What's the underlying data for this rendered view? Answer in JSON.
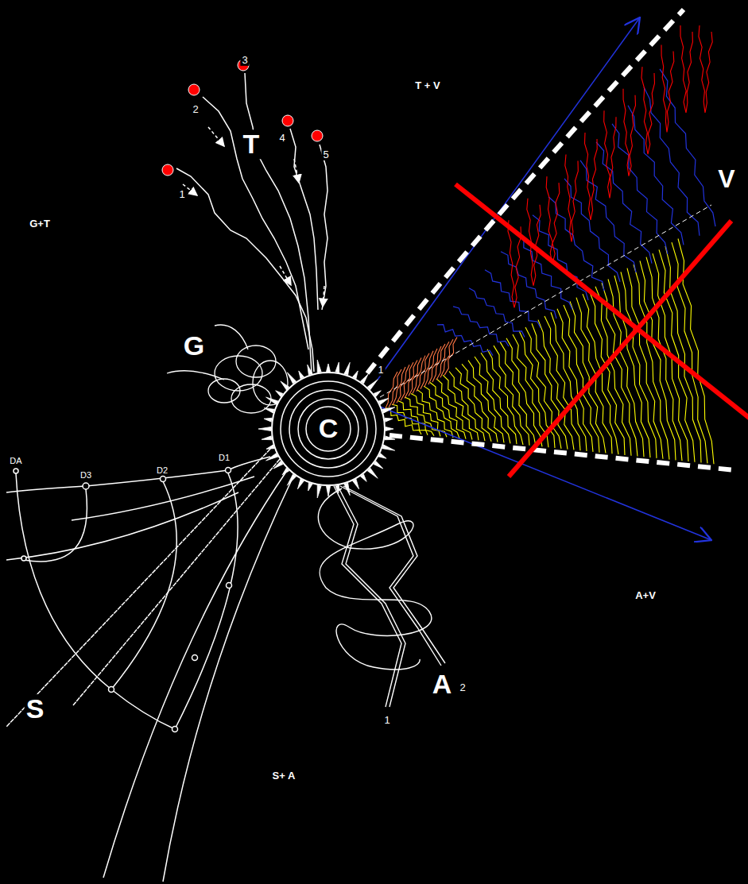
{
  "diagram": {
    "nodes": [
      {
        "text": [
          "C"
        ]
      }
    ],
    "labels": [
      "T + V",
      "G+T",
      "2",
      "3",
      "T",
      "4",
      "5",
      "1",
      "V",
      "G",
      "1",
      "DA",
      "D3",
      "D2",
      "D1",
      "S",
      "A",
      "2",
      "1",
      "A+V",
      "S+ A"
    ]
  }
}
